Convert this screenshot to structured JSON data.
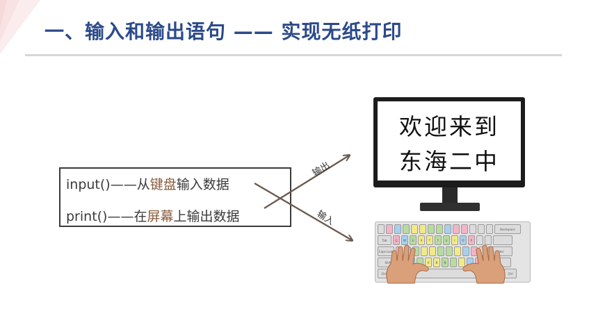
{
  "slide": {
    "title": "一、输入和输出语句 —— 实现无纸打印"
  },
  "code_box": {
    "line1": {
      "prefix": "input()——从",
      "highlight": "键盘",
      "suffix": "输入数据"
    },
    "line2": {
      "prefix": "print()——在",
      "highlight": "屏幕",
      "suffix": "上输出数据"
    }
  },
  "arrows": {
    "output_label": "输出",
    "input_label": "输入"
  },
  "monitor": {
    "line1": "欢迎来到",
    "line2": "东海二中"
  },
  "keyboard": {
    "keys": {
      "backspace": "Backspace",
      "tab": "Tab",
      "caps": "Caps Lock",
      "enter": "Enter",
      "shift": "Shift",
      "ctrl": "Ctrl",
      "q": "Q",
      "w": "W",
      "e": "E",
      "r": "R",
      "t": "T",
      "y": "Y",
      "u": "U",
      "i": "I",
      "o": "O",
      "p": "P",
      "v": "V",
      "b": "B",
      "n": "N"
    }
  },
  "colors": {
    "title": "#2b4a8a",
    "highlight": "#8a5a3a",
    "arrow": "#6b5a50"
  }
}
